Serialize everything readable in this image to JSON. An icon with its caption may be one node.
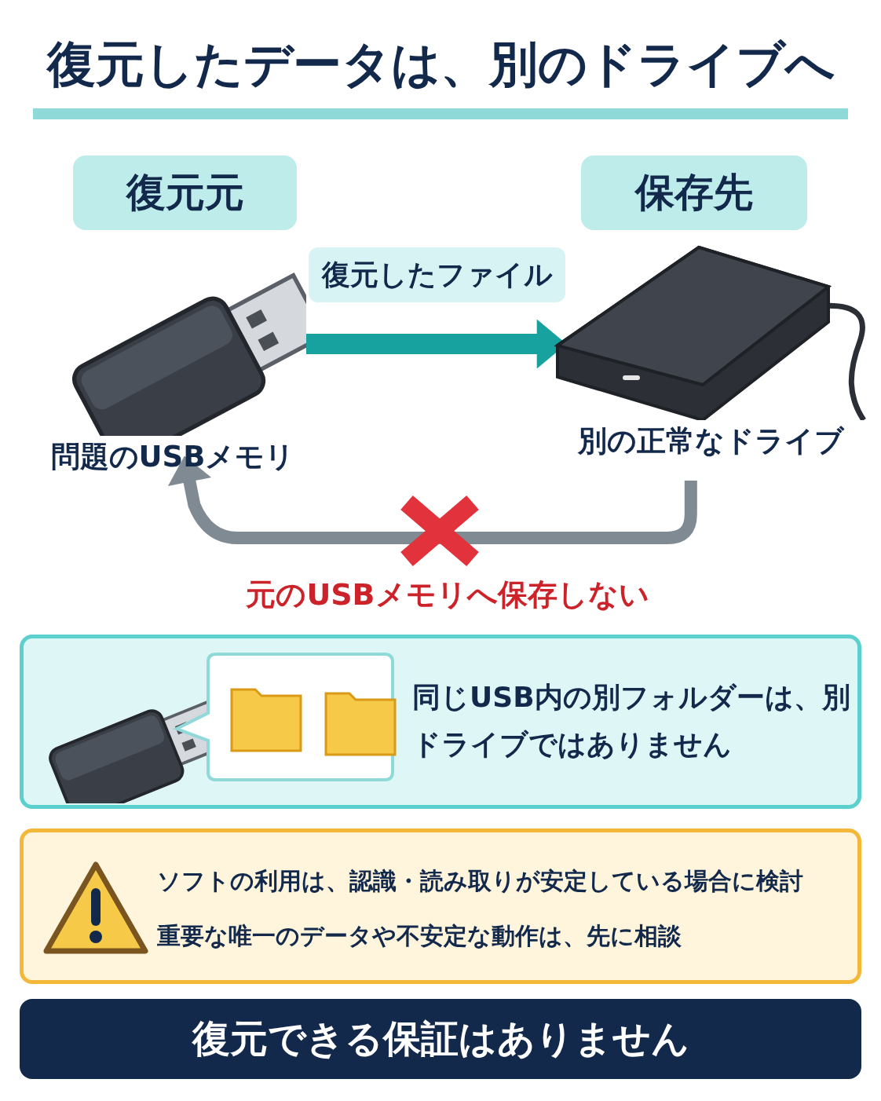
{
  "diagram": {
    "title": "復元したデータは、別のドライブへ",
    "nodes": [
      {
        "text": [
          "復元元"
        ]
      },
      {
        "text": [
          "保存先"
        ]
      },
      {
        "text": [
          "問題のUSBメモリ"
        ]
      },
      {
        "text": [
          "別の正常なドライブ"
        ]
      },
      {
        "text": [
          "同じUSB内の別フォルダーは、別ドライブではありません"
        ]
      },
      {
        "text": [
          "ソフトの利用は、認識・読み取りが安定している場合に検討",
          "重要な唯一のデータや不安定な動作は、先に相談"
        ]
      },
      {
        "text": [
          "復元できる保証はありません"
        ]
      }
    ],
    "edges": [
      {
        "from": 2,
        "to": 3,
        "arrow": "to",
        "label": "復元したファイル",
        "color": "#17a2a0"
      },
      {
        "from": 3,
        "to": 2,
        "arrow": "to",
        "label": "元のUSBメモリへ保存しない",
        "color": "#7f8a92"
      }
    ]
  }
}
